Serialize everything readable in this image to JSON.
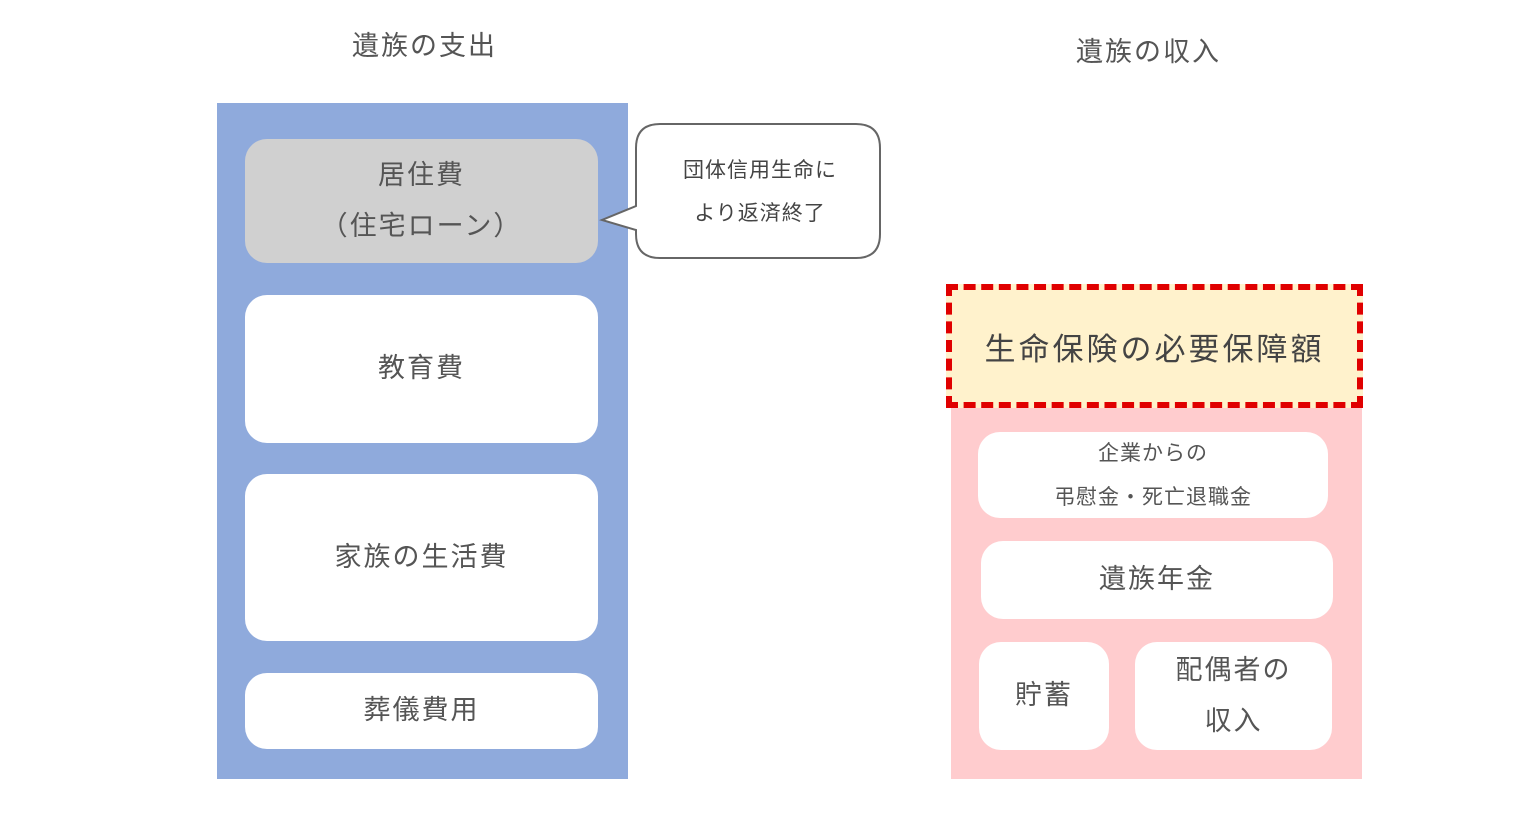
{
  "titles": {
    "expense": "遺族の支出",
    "income": "遺族の収入"
  },
  "expenses": {
    "housing_line1": "居住費",
    "housing_line2": "（住宅ローン）",
    "education": "教育費",
    "living": "家族の生活費",
    "funeral": "葬儀費用"
  },
  "callout": {
    "line1": "団体信用生命に",
    "line2": "より返済終了"
  },
  "income": {
    "coverage": "生命保険の必要保障額",
    "company_line1": "企業からの",
    "company_line2": "弔慰金・死亡退職金",
    "pension": "遺族年金",
    "savings": "貯蓄",
    "spouse_line1": "配偶者の",
    "spouse_line2": "収入"
  },
  "colors": {
    "expense_column": "#8faadc",
    "income_column": "#ffccce",
    "housing_box": "#d0d0d0",
    "coverage_fill": "#fff2cc",
    "coverage_border": "#e00000"
  }
}
